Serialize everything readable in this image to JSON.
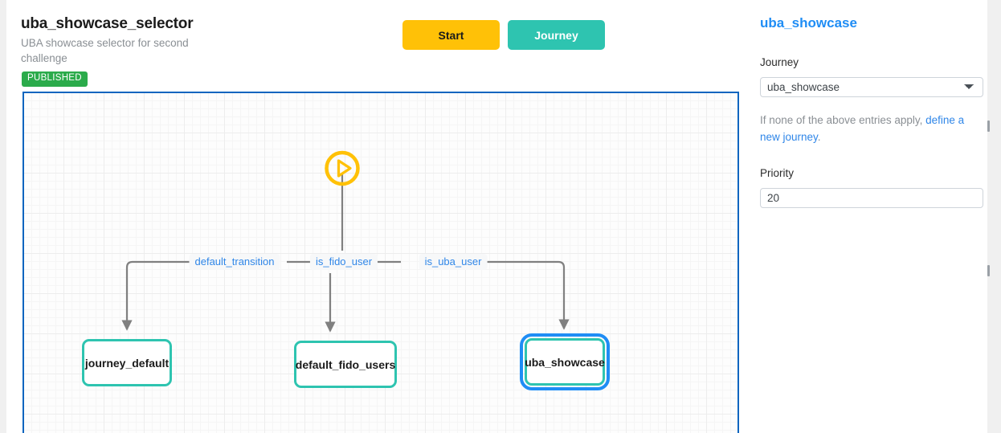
{
  "header": {
    "title": "uba_showcase_selector",
    "subtitle": "UBA showcase selector for second challenge",
    "status_badge": "PUBLISHED",
    "status_color": "#2bab4b",
    "buttons": {
      "start": {
        "label": "Start",
        "color": "#ffc107"
      },
      "journey": {
        "label": "Journey",
        "color": "#2ec4b0"
      }
    }
  },
  "canvas": {
    "border_color": "#0b65bf",
    "grid": true,
    "start_node": {
      "name": "start-node",
      "icon": "play-circle-icon",
      "color": "#ffc107"
    },
    "nodes": [
      {
        "id": "journey_default",
        "label": "journey_default",
        "selected": false,
        "border_color": "#2ec4b0"
      },
      {
        "id": "default_fido_users",
        "label": "default_fido_users",
        "selected": false,
        "border_color": "#2ec4b0"
      },
      {
        "id": "uba_showcase",
        "label": "uba_showcase",
        "selected": true,
        "border_color": "#2ec4b0",
        "selection_color": "#1f8df5"
      }
    ],
    "edge_labels": [
      {
        "id": "default_transition",
        "label": "default_transition"
      },
      {
        "id": "is_fido_user",
        "label": "is_fido_user"
      },
      {
        "id": "is_uba_user",
        "label": "is_uba_user"
      }
    ],
    "edge_color": "#808080"
  },
  "panel": {
    "title": "uba_showcase",
    "title_color": "#1f8df5",
    "journey": {
      "label": "Journey",
      "selected": "uba_showcase",
      "options": [
        "uba_showcase"
      ]
    },
    "hint": {
      "prefix": "If none of the above entries apply, ",
      "link": "define a new journey",
      "suffix": "."
    },
    "priority": {
      "label": "Priority",
      "value": "20"
    }
  }
}
